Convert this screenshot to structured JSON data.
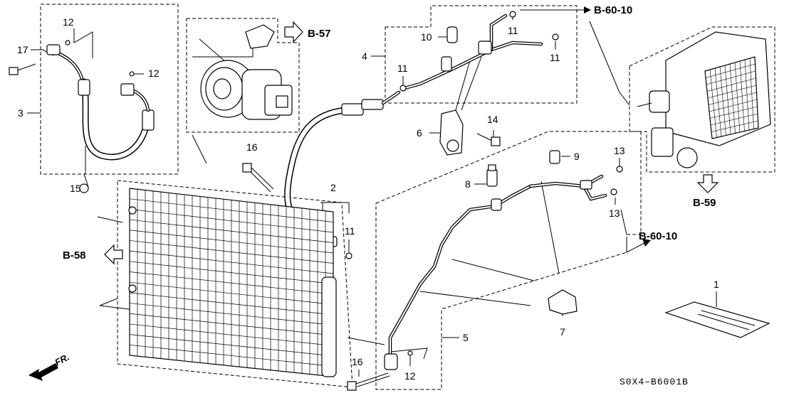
{
  "callouts": [
    {
      "id": "c12a",
      "text": "12"
    },
    {
      "id": "c17",
      "text": "17"
    },
    {
      "id": "c12b",
      "text": "12"
    },
    {
      "id": "c3",
      "text": "3"
    },
    {
      "id": "c15",
      "text": "15"
    },
    {
      "id": "c16a",
      "text": "16"
    },
    {
      "id": "c10",
      "text": "10"
    },
    {
      "id": "c4",
      "text": "4"
    },
    {
      "id": "c11a",
      "text": "11"
    },
    {
      "id": "c11b",
      "text": "11"
    },
    {
      "id": "c11c",
      "text": "11"
    },
    {
      "id": "c6",
      "text": "6"
    },
    {
      "id": "c14",
      "text": "14"
    },
    {
      "id": "c2",
      "text": "2"
    },
    {
      "id": "c11d",
      "text": "11"
    },
    {
      "id": "c9",
      "text": "9"
    },
    {
      "id": "c13a",
      "text": "13"
    },
    {
      "id": "c8",
      "text": "8"
    },
    {
      "id": "c13b",
      "text": "13"
    },
    {
      "id": "c5",
      "text": "5"
    },
    {
      "id": "c7",
      "text": "7"
    },
    {
      "id": "c1",
      "text": "1"
    },
    {
      "id": "c16b",
      "text": "16"
    },
    {
      "id": "c12c",
      "text": "12"
    }
  ],
  "references": {
    "b57": "B-57",
    "b6010_top": "B-60-10",
    "b6010_mid": "B-60-10",
    "b58": "B-58",
    "b59": "B-59"
  },
  "front_label": "FR.",
  "diagram_code": "S0X4–B6001B",
  "icons": [
    "front-arrow-icon",
    "reference-arrow-icon"
  ]
}
